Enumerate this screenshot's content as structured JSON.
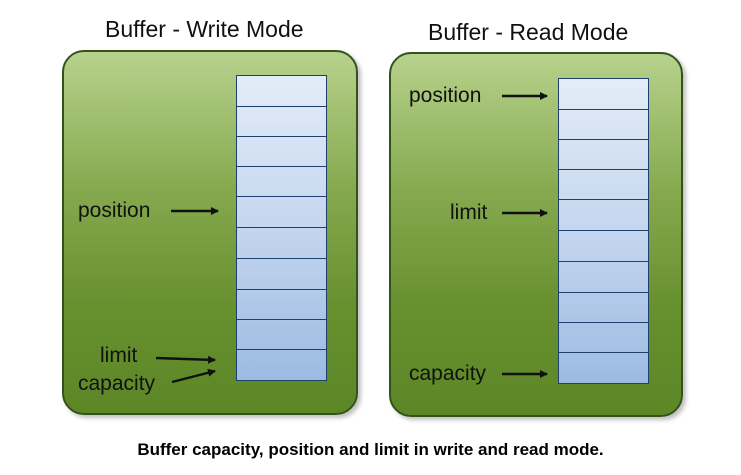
{
  "write_panel": {
    "title": "Buffer - Write Mode",
    "labels": {
      "position": "position",
      "limit": "limit",
      "capacity": "capacity"
    }
  },
  "read_panel": {
    "title": "Buffer - Read Mode",
    "labels": {
      "position": "position",
      "limit": "limit",
      "capacity": "capacity"
    }
  },
  "caption": "Buffer capacity, position and limit in write and read mode.",
  "colors": {
    "panel_border": "#35521c",
    "panel_top": "#b7d28c",
    "panel_bottom": "#5d8726",
    "buffer_border": "#1f3f6e",
    "buffer_top": "#e3ecf8",
    "buffer_bottom": "#9cbbe2",
    "arrow": "#111111"
  },
  "buffer_cells": 10
}
